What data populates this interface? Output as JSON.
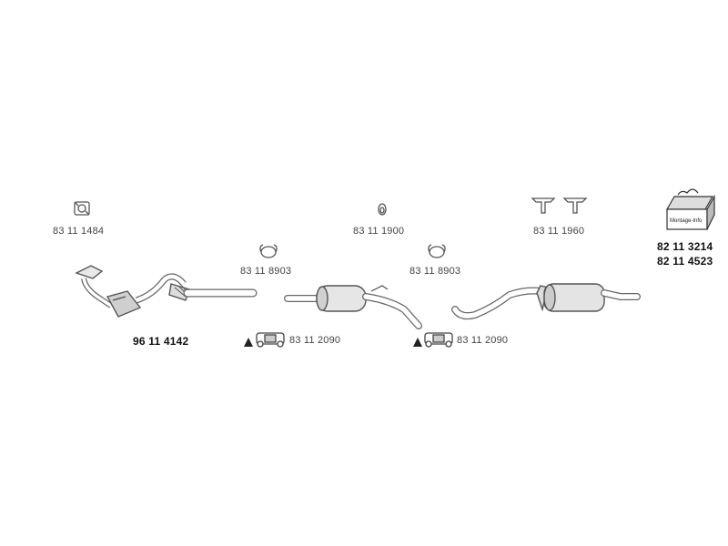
{
  "parts": {
    "gasket_front": "83 11 1484",
    "clamp_left": "83 11 8903",
    "rubber_ring": "83 11 1900",
    "clamp_right": "83 11 8903",
    "hangers": "83 11 1960",
    "kit_a": "82 11 3214",
    "kit_b": "82 11 4523",
    "front_pipe": "96 11 4142",
    "mount_left": "83 11 2090",
    "mount_right": "83 11 2090"
  },
  "kit_box_text": "Montage-Info",
  "colors": {
    "stroke": "#555555",
    "fill": "#d8d8d8",
    "dark": "#222222"
  }
}
